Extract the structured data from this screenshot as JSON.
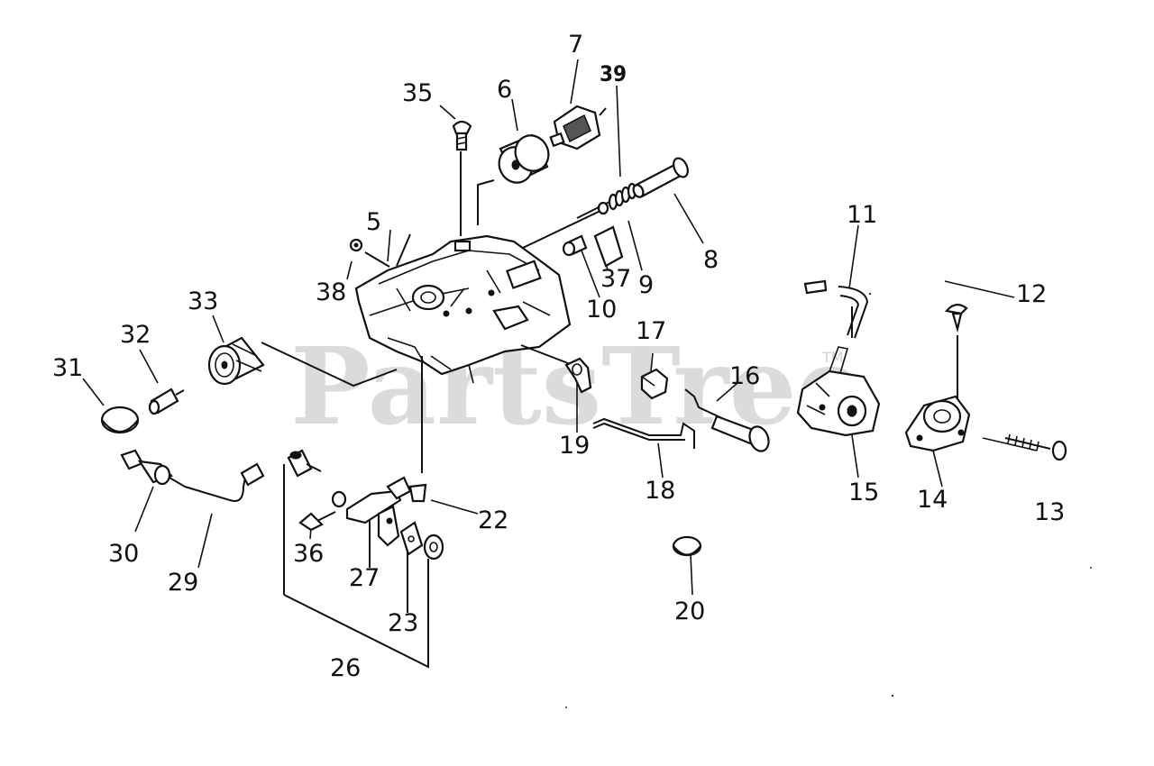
{
  "watermark": {
    "text": "PartsTree",
    "trademark": "TM"
  },
  "callouts": {
    "c5": "5",
    "c6": "6",
    "c7": "7",
    "c8": "8",
    "c9": "9",
    "c10": "10",
    "c11": "11",
    "c12": "12",
    "c13": "13",
    "c14": "14",
    "c15": "15",
    "c16": "16",
    "c17": "17",
    "c18": "18",
    "c19": "19",
    "c20": "20",
    "c22": "22",
    "c23": "23",
    "c26": "26",
    "c27": "27",
    "c29": "29",
    "c30": "30",
    "c31": "31",
    "c32": "32",
    "c33": "33",
    "c35": "35",
    "c36": "36",
    "c37": "37",
    "c38": "38",
    "c39": "39"
  }
}
